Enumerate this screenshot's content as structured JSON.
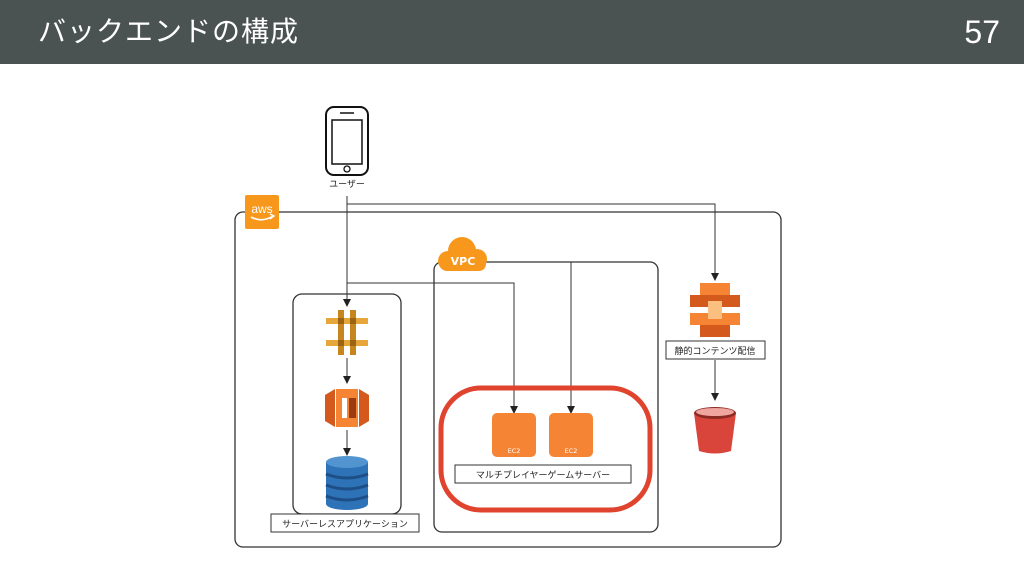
{
  "header": {
    "title": "バックエンドの構成",
    "page_number": "57"
  },
  "diagram": {
    "user_label": "ユーザー",
    "aws_logo_text": "aws",
    "vpc_label": "VPC",
    "serverless_label": "サーバーレスアプリケーション",
    "multiplayer_label": "マルチプレイヤーゲームサーバー",
    "static_content_label": "静的コンテンツ配信",
    "ec2_label_1": "EC2",
    "ec2_label_2": "EC2",
    "colors": {
      "header_bg": "#4b5252",
      "aws_orange": "#f7981d",
      "highlight_red": "#e0432e",
      "bucket_red": "#d9453a"
    },
    "icons": [
      "smartphone-icon",
      "aws-logo-icon",
      "vpc-cloud-icon",
      "api-gateway-icon",
      "lambda-icon",
      "dynamodb-icon",
      "ec2-icon",
      "cloudfront-icon",
      "s3-bucket-icon"
    ]
  }
}
